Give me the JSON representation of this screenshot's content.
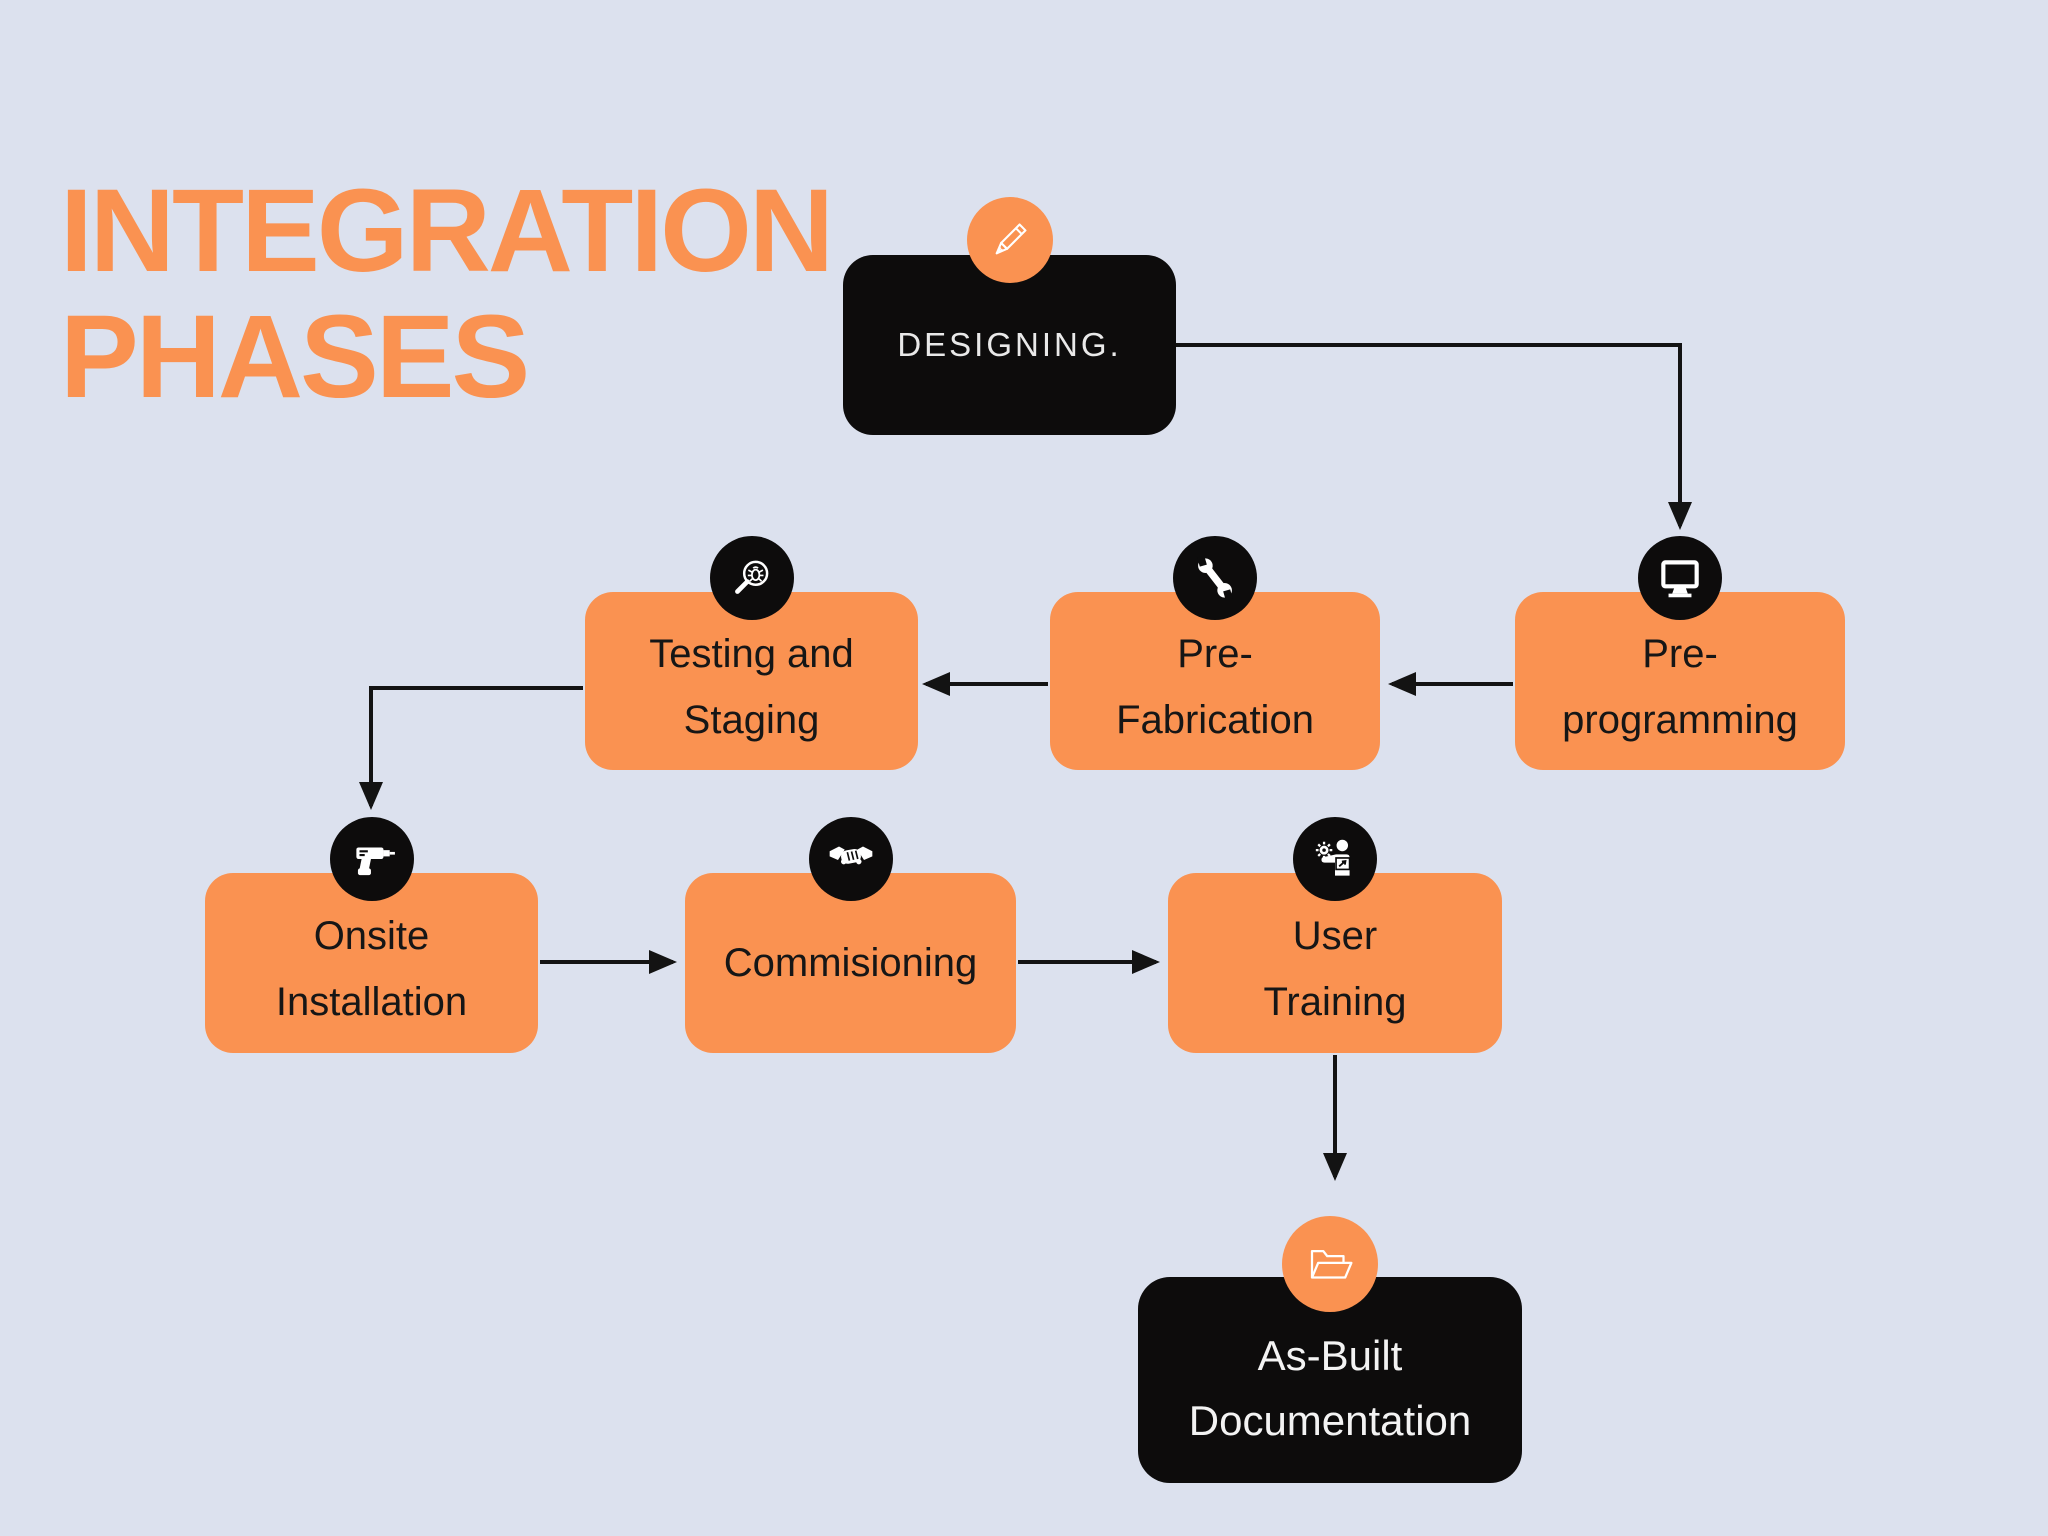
{
  "title": {
    "lines": [
      "INTEGRATION",
      "PHASES"
    ]
  },
  "colors": {
    "background": "#dce1ee",
    "accent-orange": "#fa9251",
    "node-black": "#0d0c0c",
    "label-dark": "#161616",
    "label-light": "#e9e9e9",
    "arrow": "#131313"
  },
  "nodes": {
    "designing": {
      "label": "DESIGNING.",
      "lines": [
        "DESIGNING."
      ],
      "icon": "pencil-icon",
      "variant": "black"
    },
    "pre_programming": {
      "label": "Pre-programming",
      "lines": [
        "Pre-",
        "programming"
      ],
      "icon": "monitor-icon",
      "variant": "orange"
    },
    "pre_fabrication": {
      "label": "Pre-Fabrication",
      "lines": [
        "Pre-",
        "Fabrication"
      ],
      "icon": "wrench-icon",
      "variant": "orange"
    },
    "testing_staging": {
      "label": "Testing and Staging",
      "lines": [
        "Testing and",
        "Staging"
      ],
      "icon": "bug-magnifier-icon",
      "variant": "orange"
    },
    "onsite_installation": {
      "label": "Onsite Installation",
      "lines": [
        "Onsite",
        "Installation"
      ],
      "icon": "drill-icon",
      "variant": "orange"
    },
    "commisioning": {
      "label": "Commisioning",
      "lines": [
        "Commisioning"
      ],
      "icon": "handshake-icon",
      "variant": "orange"
    },
    "user_training": {
      "label": "User Training",
      "lines": [
        "User",
        "Training"
      ],
      "icon": "trainer-icon",
      "variant": "orange"
    },
    "as_built": {
      "label": "As-Built Documentation",
      "lines": [
        "As-Built",
        "Documentation"
      ],
      "icon": "open-folder-icon",
      "variant": "black"
    }
  },
  "edges": [
    {
      "from": "designing",
      "to": "pre_programming"
    },
    {
      "from": "pre_programming",
      "to": "pre_fabrication"
    },
    {
      "from": "pre_fabrication",
      "to": "testing_staging"
    },
    {
      "from": "testing_staging",
      "to": "onsite_installation"
    },
    {
      "from": "onsite_installation",
      "to": "commisioning"
    },
    {
      "from": "commisioning",
      "to": "user_training"
    },
    {
      "from": "user_training",
      "to": "as_built"
    }
  ]
}
